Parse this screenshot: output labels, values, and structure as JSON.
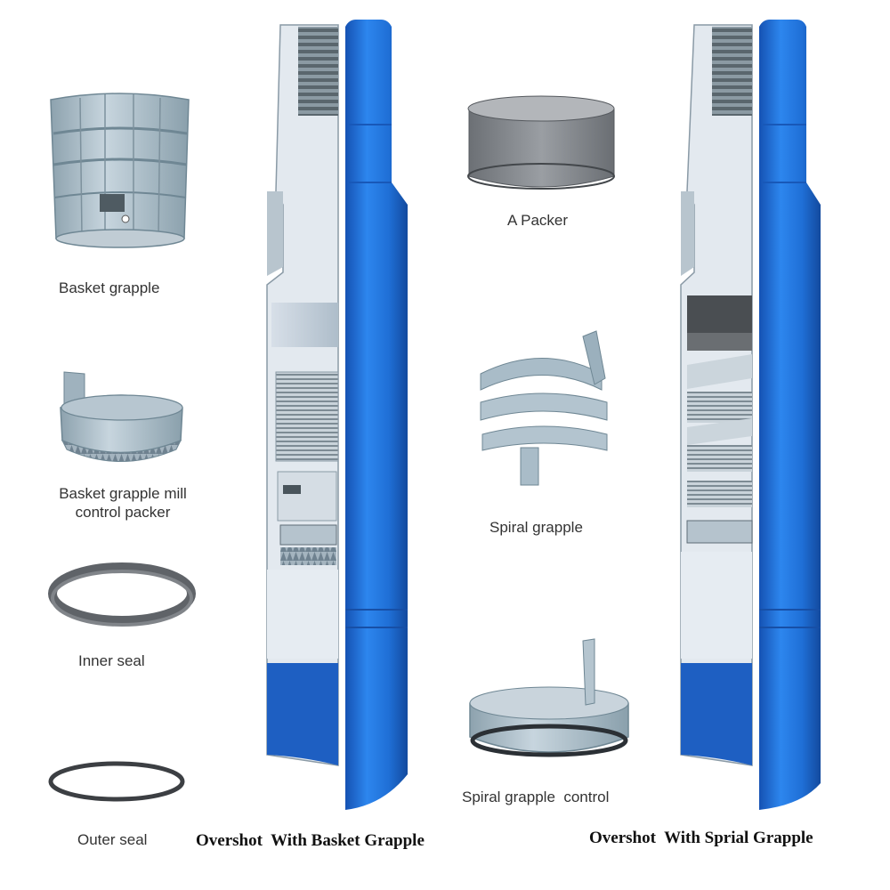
{
  "labels": {
    "basket_grapple": "Basket grapple",
    "mill_control_line1": "Basket grapple mill",
    "mill_control_line2": "control packer",
    "inner_seal": "Inner seal",
    "outer_seal": "Outer seal",
    "a_packer": "A Packer",
    "spiral_grapple": "Spiral grapple",
    "spiral_grapple_control": "Spiral grapple  control"
  },
  "captions": {
    "basket_overshot": "Overshot  With Basket Grapple",
    "spiral_overshot": "Overshot  With Sprial Grapple"
  },
  "colors": {
    "tube_blue": "#1f6fd6",
    "tube_blue_dark": "#1656b0",
    "steel": "#a9bcc8",
    "steel_dark": "#6f8794",
    "packer_gray": "#7e8287"
  }
}
